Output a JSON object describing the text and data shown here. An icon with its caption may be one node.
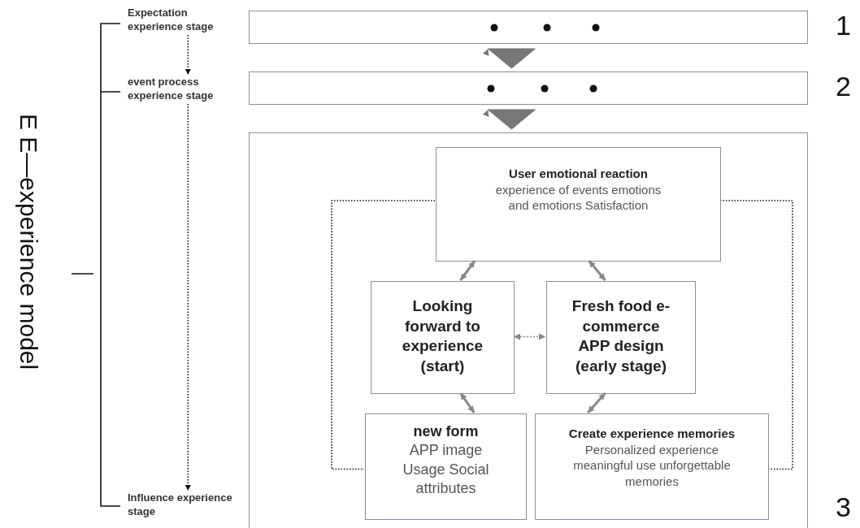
{
  "diagram": {
    "title": "E E—experience model",
    "nodes": [
      {
        "text": [
          "Expectation experience stage"
        ]
      },
      {
        "text": [
          "event process experience stage"
        ]
      },
      {
        "text": [
          "Influence experience stage"
        ]
      },
      {
        "text": [],
        "shape": "box",
        "beside": [
          "1"
        ]
      },
      {
        "text": [],
        "shape": "box",
        "beside": [
          "2"
        ]
      },
      {
        "text": [],
        "shape": "box",
        "beside": [
          "3"
        ]
      },
      {
        "text": [
          "User emotional reaction",
          "experience of events emotions and emotions Satisfaction"
        ],
        "in": 5
      },
      {
        "text": [
          "Looking forward to experience (start)"
        ],
        "in": 5
      },
      {
        "text": [
          "Fresh food e-commerce APP design (early stage)"
        ],
        "in": 5
      },
      {
        "text": [
          "new form",
          "APP image Usage Social attributes"
        ],
        "in": 5
      },
      {
        "text": [
          "Create experience memories",
          "Personalized experience meaningful use unforgettable memories"
        ],
        "in": 5
      }
    ],
    "edges": [
      {
        "from": 0,
        "to": 1,
        "arrow": "to",
        "style": "dashed",
        "color": "#111111"
      },
      {
        "from": 1,
        "to": 2,
        "arrow": "to",
        "style": "dashed",
        "color": "#111111"
      },
      {
        "from": 3,
        "to": 4,
        "arrow": "to",
        "style": "thick"
      },
      {
        "from": 4,
        "to": 5,
        "arrow": "to",
        "style": "thick"
      },
      {
        "from": 6,
        "to": 7,
        "arrow": "both"
      },
      {
        "from": 6,
        "to": 8,
        "arrow": "both"
      },
      {
        "from": 7,
        "to": 8,
        "arrow": "both",
        "style": "dashed"
      },
      {
        "from": 7,
        "to": 9,
        "arrow": "both"
      },
      {
        "from": 8,
        "to": 10,
        "arrow": "both"
      },
      {
        "from": 6,
        "to": 9,
        "arrow": "none",
        "style": "dashed",
        "color": "#111111"
      },
      {
        "from": 10,
        "to": 6,
        "arrow": "none",
        "style": "dashed",
        "color": "#111111"
      }
    ]
  }
}
